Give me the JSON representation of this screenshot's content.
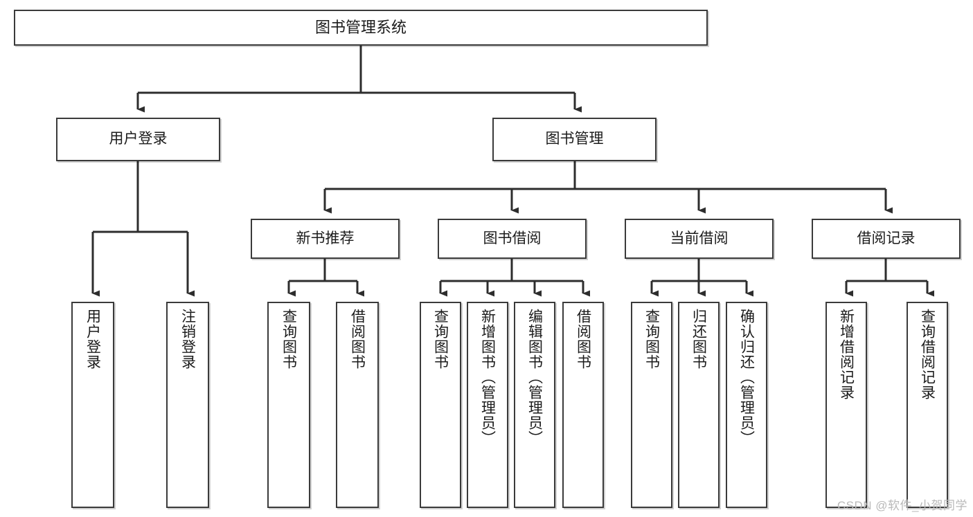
{
  "diagram": {
    "title": "图书管理系统",
    "type": "tree-hierarchy-chart",
    "watermark": "CSDN @软件_小贺同学",
    "colors": {
      "box_border": "#3a3a3a",
      "box_fill": "#ffffff",
      "edge": "#2d2d2d",
      "text": "#1b1b1b",
      "watermark": "#b9b9b9",
      "background": "#ffffff"
    },
    "nodes": {
      "root": {
        "label": "图书管理系统"
      },
      "level2": [
        {
          "id": "user-login",
          "label": "用户登录"
        },
        {
          "id": "book-manage",
          "label": "图书管理"
        }
      ],
      "level3": [
        {
          "id": "new-book-recommend",
          "label": "新书推荐"
        },
        {
          "id": "book-borrow",
          "label": "图书借阅"
        },
        {
          "id": "current-borrow",
          "label": "当前借阅"
        },
        {
          "id": "borrow-record",
          "label": "借阅记录"
        }
      ],
      "leaves": {
        "user-login": [
          {
            "id": "leaf-user-login",
            "label": "用户登录"
          },
          {
            "id": "leaf-user-logout",
            "label": "注销登录"
          }
        ],
        "new-book-recommend": [
          {
            "id": "leaf-query-book-1",
            "label": "查询图书"
          },
          {
            "id": "leaf-borrow-book-1",
            "label": "借阅图书"
          }
        ],
        "book-borrow": [
          {
            "id": "leaf-query-book-2",
            "label": "查询图书"
          },
          {
            "id": "leaf-add-book",
            "label": "新增图书（管理员）"
          },
          {
            "id": "leaf-edit-book",
            "label": "编辑图书（管理员）"
          },
          {
            "id": "leaf-borrow-book-2",
            "label": "借阅图书"
          }
        ],
        "current-borrow": [
          {
            "id": "leaf-query-book-3",
            "label": "查询图书"
          },
          {
            "id": "leaf-return-book",
            "label": "归还图书"
          },
          {
            "id": "leaf-confirm-return",
            "label": "确认归还（管理员）"
          }
        ],
        "borrow-record": [
          {
            "id": "leaf-add-record",
            "label": "新增借阅记录"
          },
          {
            "id": "leaf-query-record",
            "label": "查询借阅记录"
          }
        ]
      }
    }
  }
}
